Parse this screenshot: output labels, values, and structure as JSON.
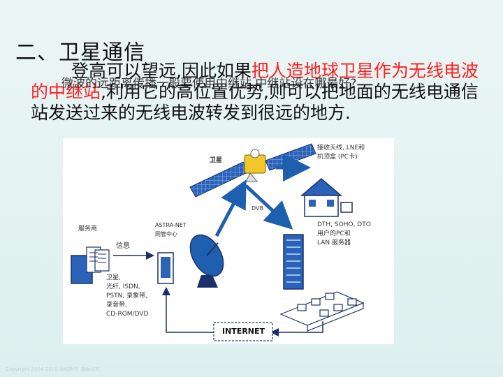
{
  "slide": {
    "title": "二、卫星通信",
    "body_prefix": "登高可以望远,因此如果",
    "body_highlight": "把人造地球卫星作为无线电波的中继站",
    "body_suffix": ",利用它的高位置优势,则可以把地面的无线电通信站发送过来的无线电波转发到很远的地方.",
    "overlay": "微波的远距离传播一般要使用中继站,中继站设在哪最好?",
    "footer": "Copyright 2004-2015 版权所有 盗版必究"
  },
  "diagram": {
    "satellite_label": "卫星",
    "dvb_label": "DVB",
    "receiver_label": "接收天线, LNE和\n机顶盒 (PC卡)",
    "users_label": "DTH, SOHO, DTO\n用户的PC和\nLAN 服务器",
    "provider_label": "服务商",
    "info_label": "信息",
    "center_label": "ASTRA-NET\n网管中心",
    "sources_label": "卫星,\n光纤, ISDN,\nPSTN, 录象带,\n录音带,\nCD-ROM/DVD",
    "internet_label": "INTERNET"
  },
  "colors": {
    "red": "#ff2020",
    "blue": "#1f5fb0",
    "dark": "#1b2f6b"
  }
}
